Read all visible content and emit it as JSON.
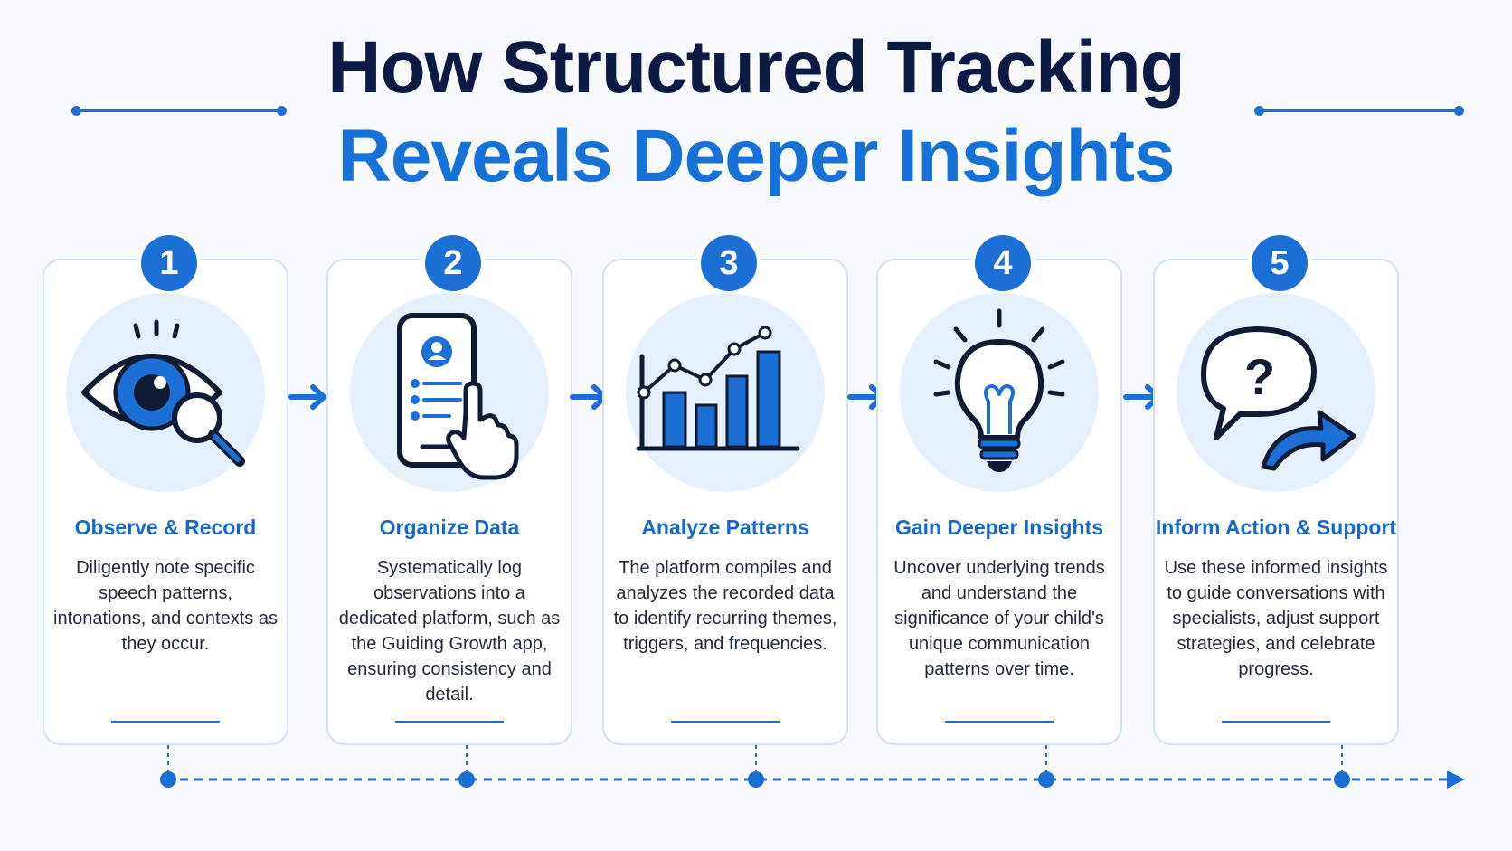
{
  "header": {
    "title_line1": "How Structured Tracking",
    "title_line2": "Reveals Deeper Insights"
  },
  "colors": {
    "accent": "#1b6fd5",
    "title_dark": "#0c1a44",
    "card_border": "#d2e2f6",
    "icon_bg": "#e6f0fc"
  },
  "steps": [
    {
      "number": "1",
      "title": "Observe & Record",
      "description": "Diligently note specific speech patterns, intonations, and contexts as they occur.",
      "icon": "eye-magnifier-icon"
    },
    {
      "number": "2",
      "title": "Organize Data",
      "description": "Systematically log observations into a dedicated platform, such as the Guiding Growth app, ensuring consistency and detail.",
      "icon": "phone-tap-icon"
    },
    {
      "number": "3",
      "title": "Analyze Patterns",
      "description": "The platform compiles and analyzes the recorded data to identify recurring themes, triggers, and frequencies.",
      "icon": "bar-line-chart-icon"
    },
    {
      "number": "4",
      "title": "Gain Deeper Insights",
      "description": "Uncover underlying trends and understand the significance of your child's unique communication patterns over time.",
      "icon": "lightbulb-icon"
    },
    {
      "number": "5",
      "title": "Inform Action & Support",
      "description": "Use these informed insights to guide conversations with specialists, adjust support strategies, and celebrate progress.",
      "icon": "question-bubble-arrow-icon"
    }
  ]
}
